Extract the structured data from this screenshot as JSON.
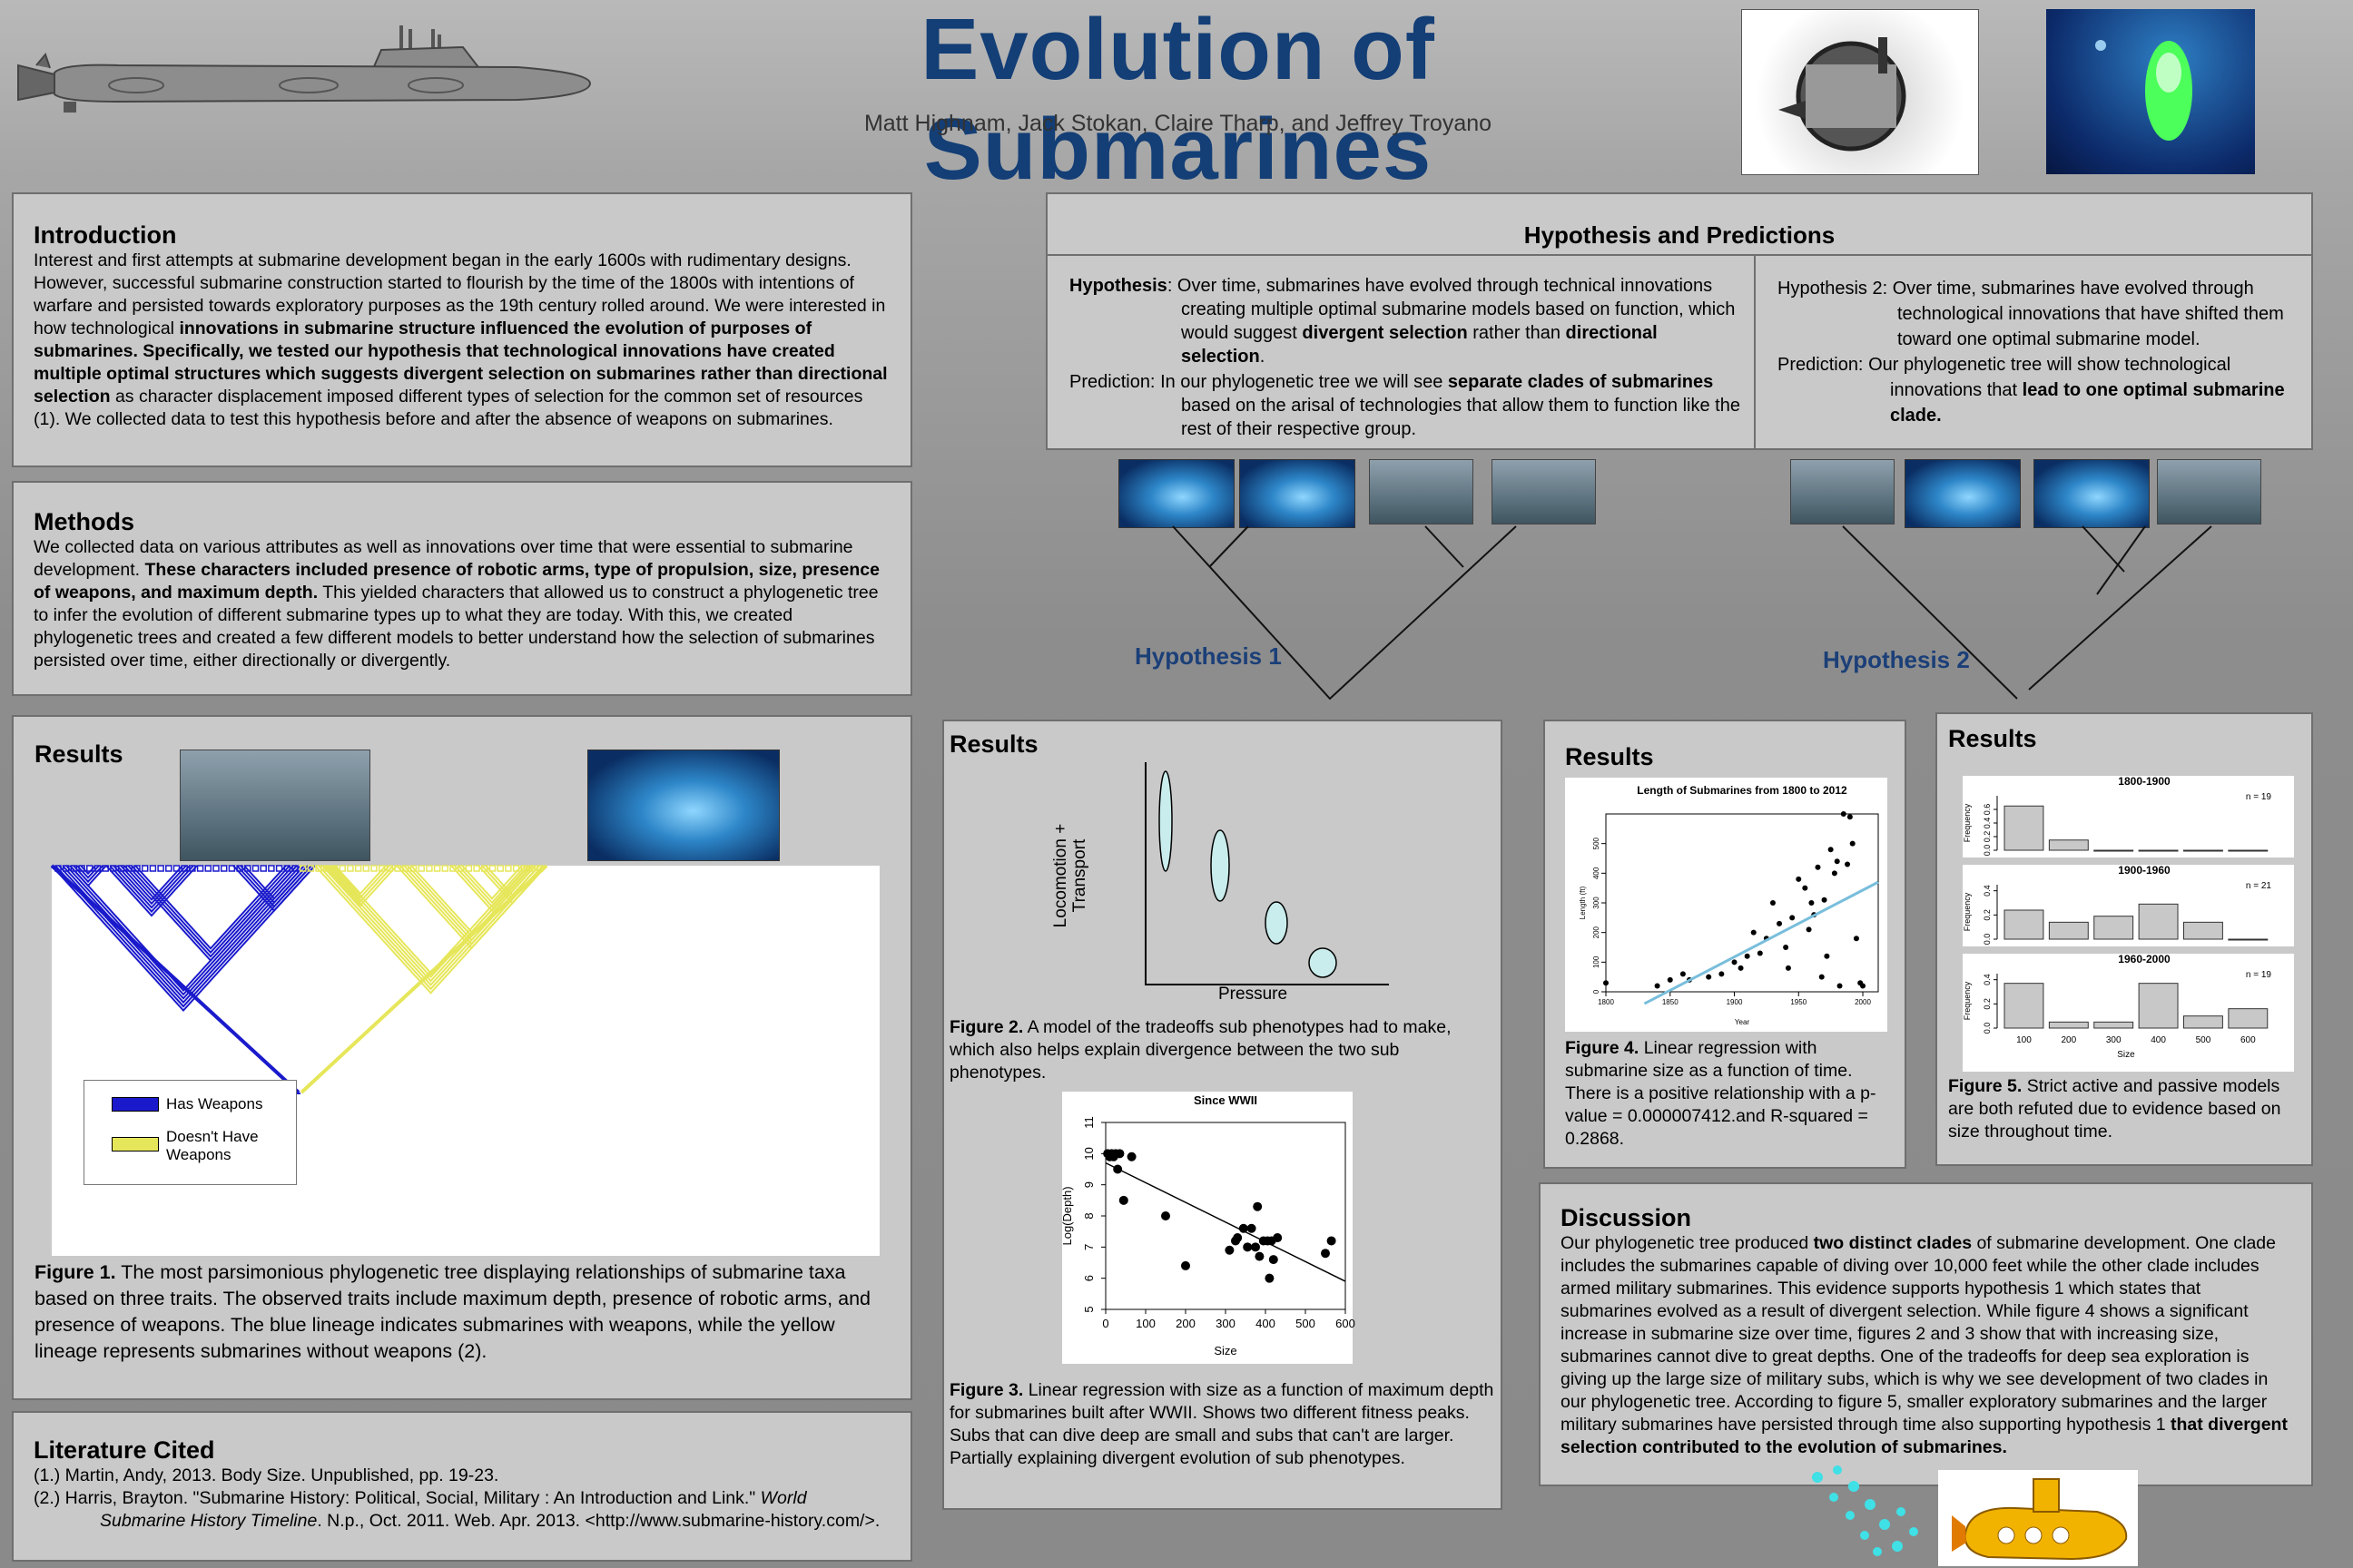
{
  "header": {
    "title": "Evolution of Submarines",
    "authors": "Matt Highnam, Jack Stokan, Claire Tharp, and Jeffrey Troyano"
  },
  "intro": {
    "heading": "Introduction",
    "p1": "Interest and first attempts at submarine development began in the early 1600s with rudimentary designs. However, successful submarine construction started  to flourish by the time of the 1800s with intentions of warfare and persisted towards exploratory purposes as the 19th century rolled around. We were interested in how technological ",
    "b1": "innovations in submarine structure influenced the evolution of purposes of submarines. Specifically, we tested our hypothesis that technological innovations have created multiple optimal structures which suggests divergent selection on submarines rather than directional selection",
    "p2": " as character displacement imposed different types of selection for the common set of resources (1). We collected data to test this hypothesis before and after the absence of weapons on submarines."
  },
  "methods": {
    "heading": "Methods",
    "p1": "We collected data on various attributes as well as innovations over time that were essential to submarine development. ",
    "b1": "These characters included presence of robotic arms, type of propulsion, size, presence of weapons, and maximum depth.",
    "p2": " This yielded characters that allowed us to construct a phylogenetic tree to infer the evolution of different submarine types up to what they are today. With this, we created phylogenetic trees and created a few different models to better understand how the selection of submarines persisted over time, either directionally or divergently."
  },
  "results1": {
    "heading": "Results",
    "legend_weapons": "Has Weapons",
    "legend_noweapons": "Doesn't Have Weapons",
    "fig_label": "Figure 1.",
    "fig_caption": "  The most parsimonious phylogenetic tree displaying relationships of submarine taxa based on three traits.  The observed traits include maximum depth, presence of robotic arms, and presence of weapons. The blue lineage indicates submarines with weapons, while the yellow lineage represents submarines without weapons (2).",
    "colors": {
      "weapons": "#1a1acc",
      "noweapons": "#e6e65a"
    }
  },
  "literature": {
    "heading": "Literature Cited",
    "ref1": "(1.) Martin, Andy, 2013. Body Size. Unpublished, pp. 19-23.",
    "ref2a": "(2.) Harris, Brayton. \"Submarine History: Political, Social, Military : An Introduction and Link.\" ",
    "ref2i": "World Submarine History Timeline",
    "ref2b": ". N.p., Oct. 2011. Web. Apr. 2013. <http://www.submarine-history.com/>."
  },
  "hypothesis": {
    "heading": "Hypothesis and Predictions",
    "h1_label": "Hypothesis",
    "h1_text": ": Over time, submarines have evolved through technical innovations creating multiple optimal submarine models based on function, which would suggest ",
    "h1_b1": "divergent selection",
    "h1_text2": " rather than ",
    "h1_b2": "directional selection",
    "h1_end": ".",
    "p1_label": "Prediction: ",
    "p1_text": "In our phylogenetic tree we will see ",
    "p1_b": "separate clades of submarines",
    "p1_text2": " based on the arisal of technologies that allow them to function like the rest of their respective group.",
    "h2_label": "Hypothesis 2: ",
    "h2_text": "Over time, submarines have evolved through technological innovations that have shifted them toward one optimal submarine model.",
    "p2_label": "Prediction: ",
    "p2_text": "Our phylogenetic tree will show technological innovations that ",
    "p2_b": "lead to one optimal submarine clade.",
    "tree1": "Hypothesis 1",
    "tree2": "Hypothesis 2"
  },
  "results2": {
    "heading": "Results",
    "ylabel": "Locomotion + Transport",
    "xlabel": "Pressure",
    "fig2_label": "Figure 2.",
    "fig2_caption": "  A  model of the tradeoffs sub phenotypes had to make, which also helps explain divergence between the two sub phenotypes.",
    "fig3_label": "Figure 3.",
    "fig3_caption": " Linear regression with size as a function of maximum depth for submarines built after WWII. Shows two different fitness peaks. Subs that can dive deep are small and subs that can't are larger. Partially explaining divergent evolution of sub phenotypes."
  },
  "results3": {
    "heading": "Results",
    "fig4_label": "Figure 4.",
    "fig4_caption": " Linear regression with submarine size as a function of time. There is a positive relationship with a p-value = 0.000007412.and R-squared = 0.2868."
  },
  "results4": {
    "heading": "Results",
    "fig5_label": "Figure 5.",
    "fig5_caption": "   Strict active and passive models are both refuted due to evidence based on size throughout time."
  },
  "discussion": {
    "heading": "Discussion",
    "p1": "Our phylogenetic tree produced ",
    "b1": "two distinct clades",
    "p2": " of submarine development. One clade includes the submarines capable of diving over 10,000 feet while the other clade includes armed military submarines.  This evidence supports hypothesis 1 which states that submarines evolved as a result of divergent selection.  While figure 4 shows a significant increase in submarine size over time, figures 2 and 3 show that with increasing size, submarines cannot dive to great depths. One of the tradeoffs for deep sea exploration is giving up the large size of military subs, which is why we see development of two clades in our phylogenetic tree. According to figure 5, smaller exploratory submarines and the larger military submarines have persisted through time also supporting hypothesis 1 ",
    "b2": "that divergent selection contributed to the evolution of submarines."
  },
  "chart_data": [
    {
      "type": "scatter",
      "title": "Since WWII",
      "xlabel": "Size",
      "ylabel": "Log(Depth)",
      "xlim": [
        0,
        600
      ],
      "ylim": [
        5,
        11
      ],
      "xticks": [
        "0",
        "100",
        "200",
        "300",
        "400",
        "500",
        "600"
      ],
      "yticks": [
        "5",
        "6",
        "7",
        "8",
        "9",
        "10",
        "11"
      ],
      "x": [
        5,
        10,
        15,
        20,
        25,
        30,
        35,
        45,
        65,
        150,
        200,
        310,
        325,
        330,
        345,
        355,
        365,
        375,
        380,
        385,
        395,
        405,
        410,
        415,
        420,
        430,
        550,
        565
      ],
      "y": [
        10,
        9.9,
        10,
        9.9,
        10,
        9.5,
        10,
        8.5,
        9.9,
        8,
        6.4,
        6.9,
        7.2,
        7.3,
        7.6,
        7,
        7.6,
        7,
        8.3,
        6.7,
        7.2,
        7.2,
        6,
        7.2,
        6.6,
        7.3,
        6.8,
        7.2
      ],
      "fit": {
        "x": [
          0,
          600
        ],
        "y": [
          9.7,
          5.9
        ]
      }
    },
    {
      "type": "scatter",
      "title": "Length of Submarines from 1800 to 2012",
      "xlabel": "Year",
      "ylabel": "Length (ft)",
      "xlim": [
        1800,
        2012
      ],
      "ylim": [
        0,
        600
      ],
      "xticks": [
        "1800",
        "1850",
        "1900",
        "1950",
        "2000"
      ],
      "yticks": [
        "0",
        "100",
        "200",
        "300",
        "400",
        "500"
      ],
      "x": [
        1800,
        1840,
        1850,
        1860,
        1865,
        1880,
        1890,
        1900,
        1905,
        1910,
        1915,
        1920,
        1925,
        1930,
        1935,
        1940,
        1942,
        1945,
        1950,
        1955,
        1958,
        1960,
        1962,
        1965,
        1968,
        1970,
        1972,
        1975,
        1978,
        1980,
        1982,
        1985,
        1988,
        1990,
        1992,
        1995,
        1998,
        2000
      ],
      "y": [
        30,
        20,
        40,
        60,
        40,
        50,
        60,
        100,
        80,
        120,
        200,
        130,
        180,
        300,
        230,
        150,
        80,
        250,
        380,
        350,
        210,
        300,
        260,
        420,
        50,
        310,
        120,
        480,
        400,
        440,
        20,
        600,
        430,
        590,
        500,
        180,
        30,
        20
      ],
      "fit": {
        "x": [
          1830,
          2012
        ],
        "y": [
          -40,
          370
        ]
      }
    },
    {
      "type": "bar",
      "title": "1800-1900",
      "n": "n = 19",
      "ylabel": "Frequency",
      "categories": [
        "100",
        "200",
        "300",
        "400",
        "500",
        "600"
      ],
      "values": [
        0.65,
        0.15,
        0,
        0,
        0,
        0
      ],
      "yticks": [
        "0.0",
        "0.2",
        "0.4",
        "0.6"
      ],
      "ylim": [
        0,
        0.8
      ]
    },
    {
      "type": "bar",
      "title": "1900-1960",
      "n": "n = 21",
      "ylabel": "Frequency",
      "categories": [
        "100",
        "200",
        "300",
        "400",
        "500",
        "600"
      ],
      "values": [
        0.24,
        0.14,
        0.19,
        0.29,
        0.14,
        0
      ],
      "yticks": [
        "0.0",
        "0.2",
        "0.4"
      ],
      "ylim": [
        0,
        0.45
      ]
    },
    {
      "type": "bar",
      "title": "1960-2000",
      "n": "n = 19",
      "ylabel": "Frequency",
      "categories": [
        "100",
        "200",
        "300",
        "400",
        "500",
        "600"
      ],
      "values": [
        0.37,
        0.05,
        0.05,
        0.37,
        0.1,
        0.16
      ],
      "yticks": [
        "0.0",
        "0.2",
        "0.4"
      ],
      "ylim": [
        0,
        0.45
      ],
      "xlabel": "Size"
    }
  ]
}
